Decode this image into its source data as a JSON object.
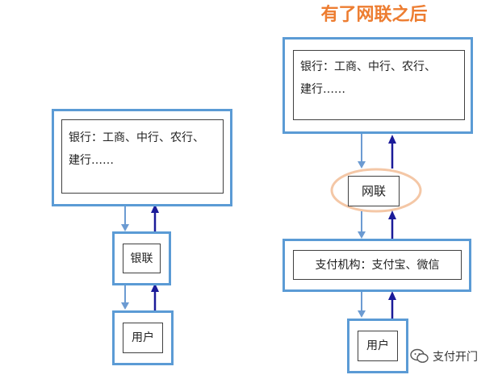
{
  "title": "有了网联之后",
  "left": {
    "banks": {
      "line1": "银行：工商、中行、农行、",
      "line2": "建行……"
    },
    "middle": "银联",
    "user": "用户"
  },
  "right": {
    "banks": {
      "line1": "银行：工商、中行、农行、",
      "line2": "建行……"
    },
    "middle": "网联",
    "payment": "支付机构：支付宝、微信",
    "user": "用户"
  },
  "watermark": "支付开门",
  "icons": {
    "watermark_icon": "wechat-icon"
  },
  "colors": {
    "box_border": "#5b9bd5",
    "down_arrow": "#6c9bd2",
    "up_arrow": "#1b1b99",
    "title": "#ed7d31",
    "highlight_ellipse": "#f4c7a6"
  }
}
